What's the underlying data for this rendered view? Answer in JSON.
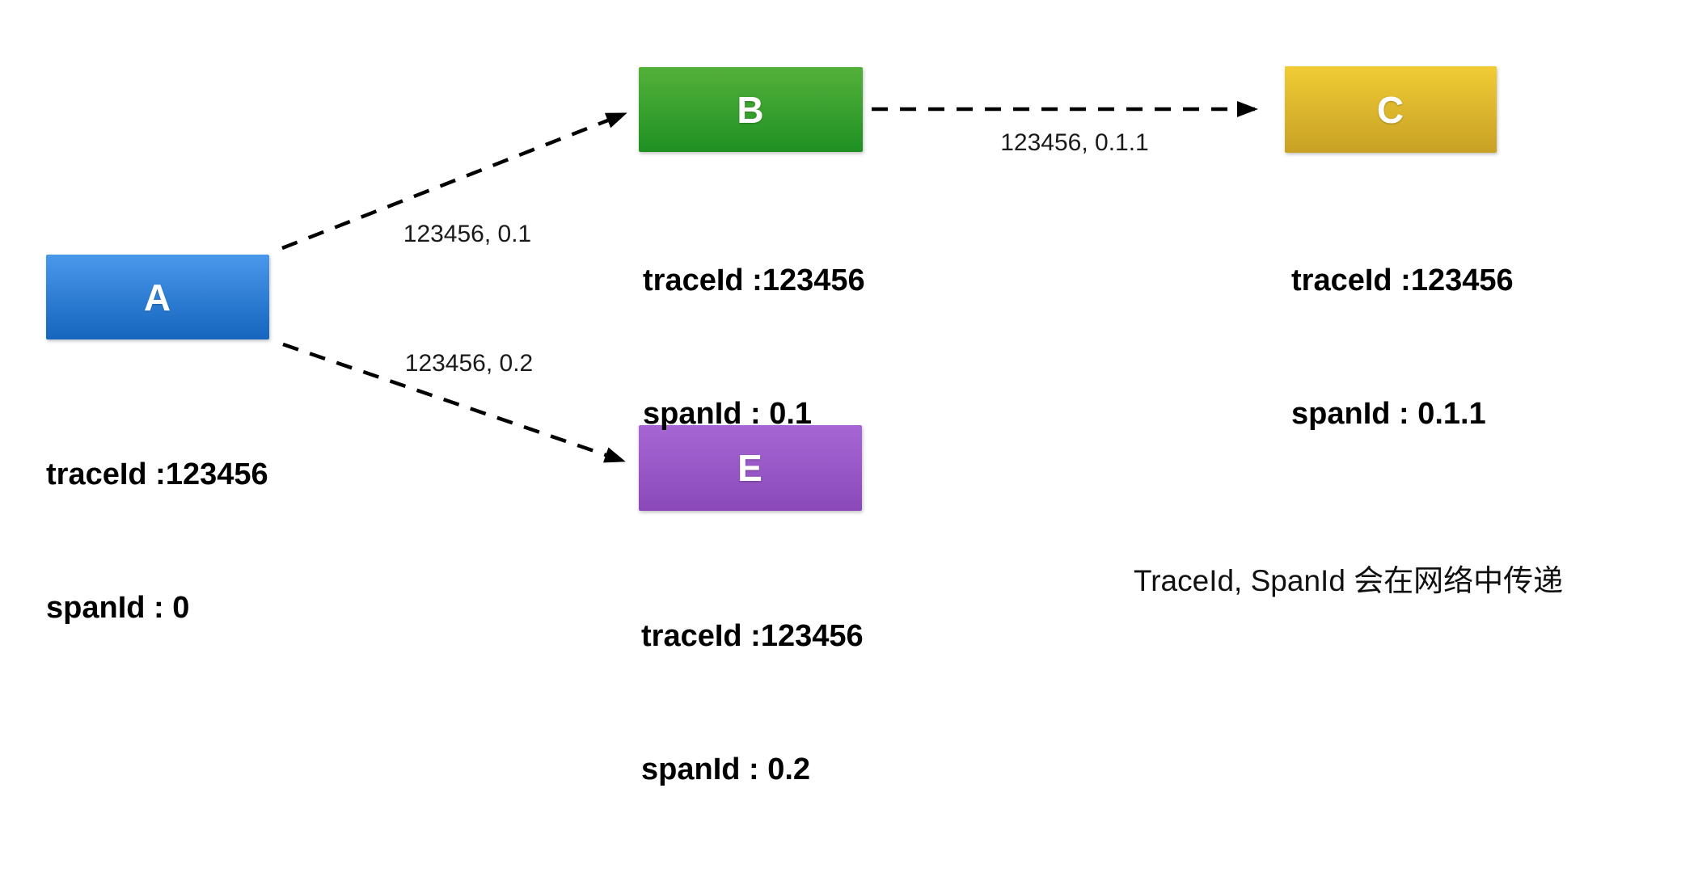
{
  "nodes": [
    {
      "id": "A",
      "letter": "A",
      "line1": "traceId :123456",
      "line2": "spanId : 0",
      "gradient_top": "#4A98EC",
      "gradient_bottom": "#1565BE"
    },
    {
      "id": "B",
      "letter": "B",
      "line1": "traceId :123456",
      "line2": "spanId : 0.1",
      "gradient_top": "#54B13A",
      "gradient_bottom": "#1E9023"
    },
    {
      "id": "C",
      "letter": "C",
      "line1": "traceId :123456",
      "line2": "spanId : 0.1.1",
      "gradient_top": "#F0CC35",
      "gradient_bottom": "#C8A125"
    },
    {
      "id": "E",
      "letter": "E",
      "line1": "traceId :123456",
      "line2": "spanId : 0.2",
      "gradient_top": "#A667D5",
      "gradient_bottom": "#8A49B8"
    }
  ],
  "edges": [
    {
      "from": "A",
      "to": "B",
      "label": "123456, 0.1"
    },
    {
      "from": "B",
      "to": "C",
      "label": "123456, 0.1.1"
    },
    {
      "from": "A",
      "to": "E",
      "label": "123456, 0.2"
    }
  ],
  "annotation": "TraceId, SpanId 会在网络中传递",
  "edge_style": {
    "color": "#000000",
    "dashed": true
  }
}
